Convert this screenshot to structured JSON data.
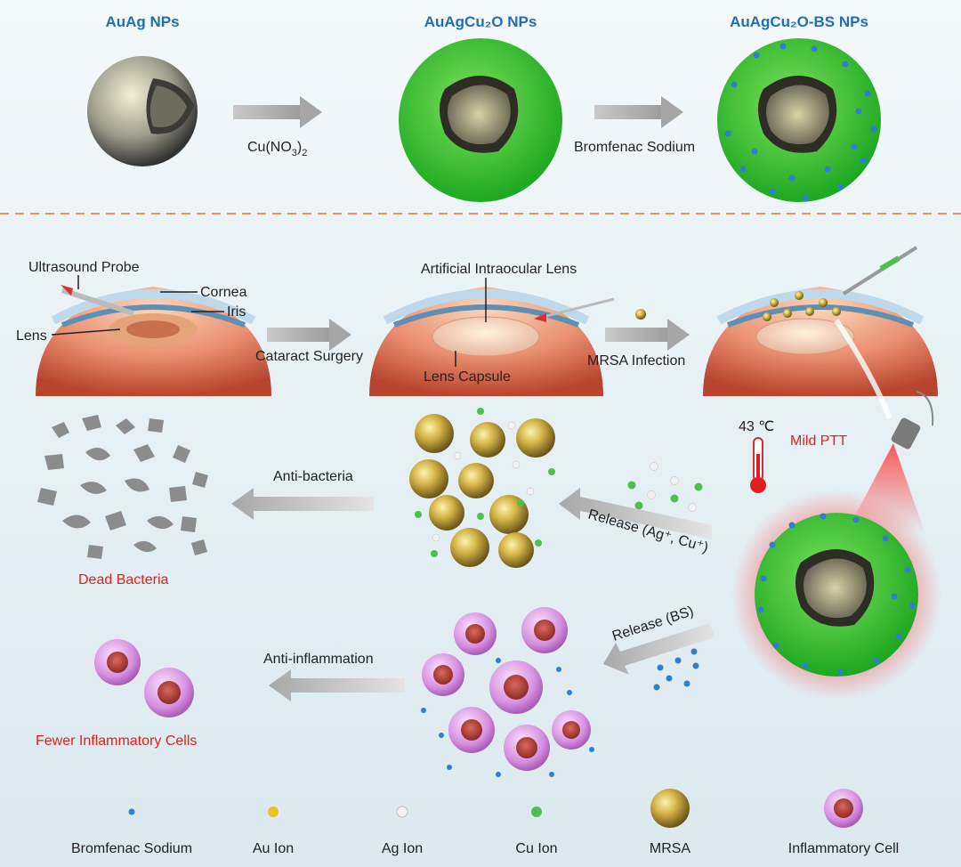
{
  "top_row": {
    "np1_title": "AuAg NPs",
    "np2_title": "AuAgCu₂O NPs",
    "np3_title": "AuAgCu₂O-BS NPs",
    "step1_label": "Cu(NO",
    "step1_sub": "3",
    "step1_paren": ")",
    "step1_sub2": "2",
    "step2_label": "Bromfenac Sodium"
  },
  "eye_row": {
    "ultrasound_probe": "Ultrasound Probe",
    "cornea": "Cornea",
    "iris": "Iris",
    "lens": "Lens",
    "cataract_surgery": "Cataract Surgery",
    "artificial_lens": "Artificial Intraocular Lens",
    "lens_capsule": "Lens Capsule",
    "mrsa_infection": "MRSA Infection"
  },
  "therapy": {
    "temperature": "43 ℃",
    "mild_ptt": "Mild PTT",
    "release_ions": "Release (Ag⁺, Cu⁺)",
    "release_bs": "Release (BS)",
    "anti_bacteria": "Anti-bacteria",
    "dead_bacteria": "Dead Bacteria",
    "anti_inflammation": "Anti-inflammation",
    "fewer_cells": "Fewer Inflammatory Cells"
  },
  "legend": [
    {
      "label": "Bromfenac Sodium",
      "icon": "bromfenac-dot-icon",
      "color": "#2e7fd0"
    },
    {
      "label": "Au Ion",
      "icon": "au-ion-icon",
      "color": "#e8c22a"
    },
    {
      "label": "Ag Ion",
      "icon": "ag-ion-icon",
      "color": "#e6e6e6"
    },
    {
      "label": "Cu Ion",
      "icon": "cu-ion-icon",
      "color": "#4fc04f"
    },
    {
      "label": "MRSA",
      "icon": "mrsa-icon",
      "color": "#c9a83a"
    },
    {
      "label": "Inflammatory Cell",
      "icon": "inflammatory-cell-icon",
      "color": "#d98fe0"
    }
  ],
  "colors": {
    "title_blue": "#1f6fb5",
    "red_label": "#e02020",
    "shell_green": "#3ec93e",
    "divider": "#e8956a"
  }
}
